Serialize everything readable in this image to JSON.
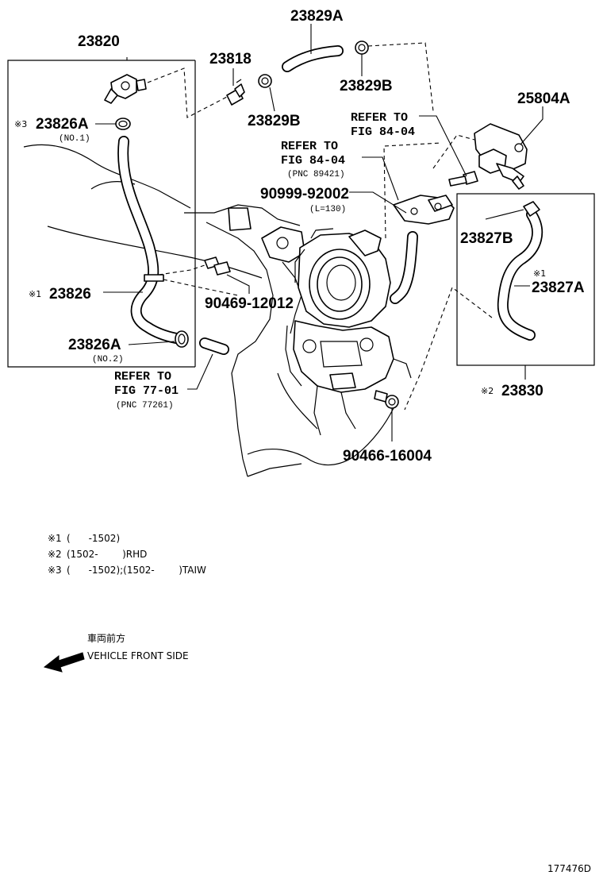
{
  "labels": {
    "p23820": "23820",
    "p23818": "23818",
    "p23829a": "23829A",
    "p23829b_1": "23829B",
    "p23829b_2": "23829B",
    "p25804a": "25804A",
    "p23826a_1": "23826A",
    "p23826a_1_sub": "(NO.1)",
    "p23826": "23826",
    "p23826a_2": "23826A",
    "p23826a_2_sub": "(NO.2)",
    "p90469": "90469-12012",
    "p90999": "90999-92002",
    "p90999_sub": "(L=130)",
    "p23827b": "23827B",
    "p23827a": "23827A",
    "p23830": "23830",
    "p90466": "90466-16004",
    "diagram_id": "177476D"
  },
  "refs": {
    "ref1_line1": "REFER TO",
    "ref1_line2": "FIG 84-04",
    "ref2_line1": "REFER TO",
    "ref2_line2": "FIG 84-04",
    "ref2_line3": "(PNC 89421)",
    "ref3_line1": "REFER TO",
    "ref3_line2": "FIG 77-01",
    "ref3_line3": "(PNC 77261)"
  },
  "markers": {
    "m3": "※3",
    "m1_a": "※1",
    "m1_b": "※1",
    "m2": "※2"
  },
  "notes": {
    "n1_mark": "※1",
    "n1_text": "(      -1502)",
    "n2_mark": "※2",
    "n2_text": "(1502-        )RHD",
    "n3_mark": "※3",
    "n3_text": "(      -1502);(1502-        )TAIW"
  },
  "direction": {
    "jp": "車両前方",
    "en": "VEHICLE FRONT SIDE",
    "icon": "front-arrow-icon"
  }
}
